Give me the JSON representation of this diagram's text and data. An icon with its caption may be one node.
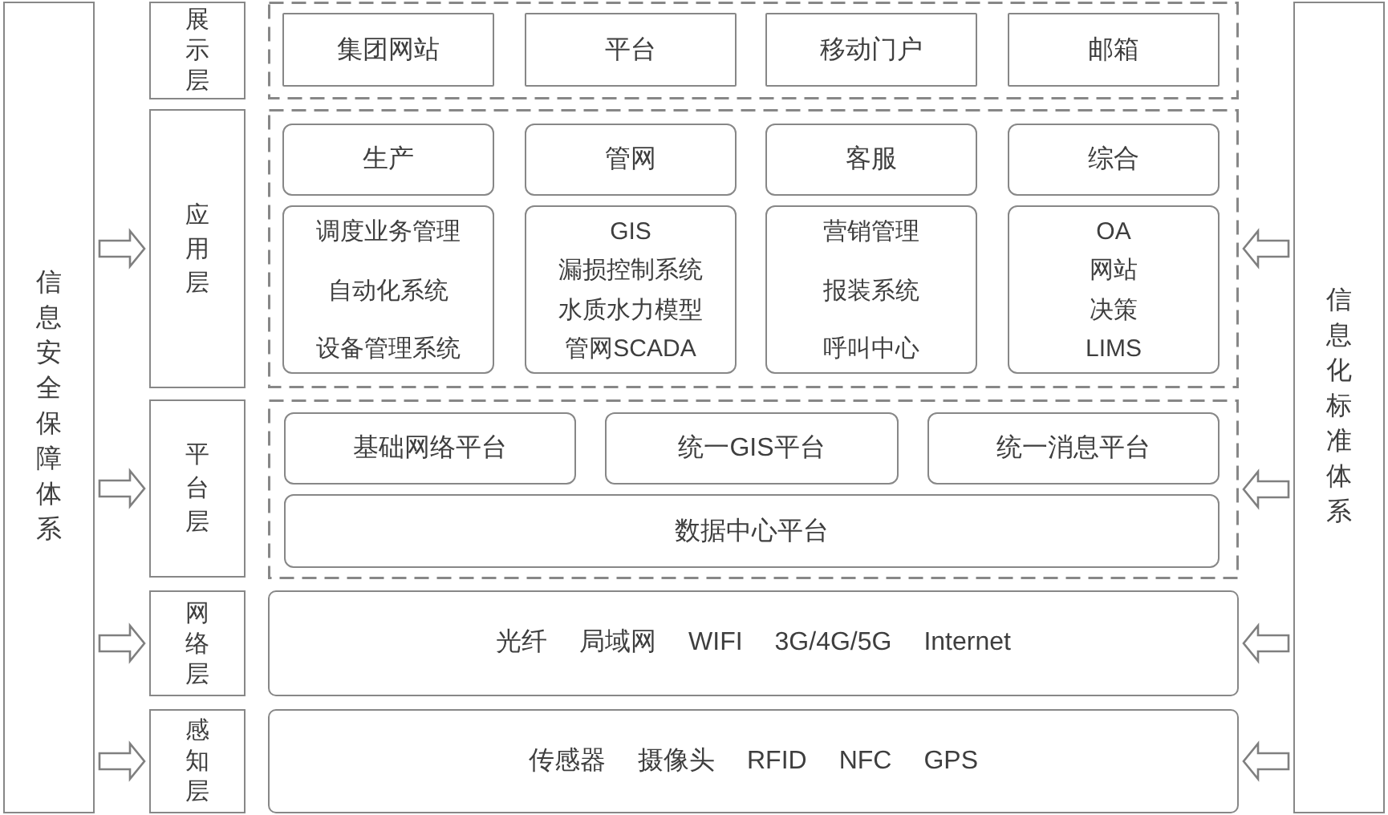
{
  "diagram": {
    "nodes": [
      {
        "text": [
          "信息安全保障体系"
        ]
      },
      {
        "text": [
          "展示层"
        ]
      },
      {
        "text": [],
        "shape": "box"
      },
      {
        "text": [
          "集团网站"
        ],
        "in": 2
      },
      {
        "text": [
          "平台"
        ],
        "in": 2
      },
      {
        "text": [
          "移动门户"
        ],
        "in": 2
      },
      {
        "text": [
          "邮箱"
        ],
        "in": 2
      },
      {
        "text": [
          "应用层"
        ]
      },
      {
        "text": [],
        "shape": "box"
      },
      {
        "text": [
          "生产"
        ],
        "in": 8
      },
      {
        "text": [
          "管网"
        ],
        "in": 8
      },
      {
        "text": [
          "客服"
        ],
        "in": 8
      },
      {
        "text": [
          "综合"
        ],
        "in": 8
      },
      {
        "text": [
          "调度业务管理",
          "自动化系统",
          "设备管理系统"
        ],
        "in": 8
      },
      {
        "text": [
          "GIS",
          "漏损控制系统",
          "水质水力模型",
          "管网SCADA"
        ],
        "in": 8
      },
      {
        "text": [
          "营销管理",
          "报装系统",
          "呼叫中心"
        ],
        "in": 8
      },
      {
        "text": [
          "OA",
          "网站",
          "决策",
          "LIMS"
        ],
        "in": 8
      },
      {
        "text": [
          "平台层"
        ]
      },
      {
        "text": [],
        "shape": "box"
      },
      {
        "text": [
          "基础网络平台"
        ],
        "in": 18
      },
      {
        "text": [
          "统一GIS平台"
        ],
        "in": 18
      },
      {
        "text": [
          "统一消息平台"
        ],
        "in": 18
      },
      {
        "text": [
          "数据中心平台"
        ],
        "in": 18
      },
      {
        "text": [
          "网络层"
        ]
      },
      {
        "text": [
          "光纤",
          "局域网",
          "WIFI",
          "3G/4G/5G",
          "Internet"
        ]
      },
      {
        "text": [
          "感知层"
        ]
      },
      {
        "text": [
          "传感器",
          "摄像头",
          "RFID",
          "NFC",
          "GPS"
        ]
      },
      {
        "text": [
          "信息化标准体系"
        ]
      }
    ],
    "edges": [
      {
        "from": 0,
        "to": 7,
        "arrow": "to"
      },
      {
        "from": 0,
        "to": 17,
        "arrow": "to"
      },
      {
        "from": 0,
        "to": 23,
        "arrow": "to"
      },
      {
        "from": 0,
        "to": 25,
        "arrow": "to"
      },
      {
        "from": 27,
        "to": 8,
        "arrow": "to"
      },
      {
        "from": 27,
        "to": 18,
        "arrow": "to"
      },
      {
        "from": 27,
        "to": 24,
        "arrow": "to"
      },
      {
        "from": 27,
        "to": 26,
        "arrow": "to"
      }
    ]
  }
}
